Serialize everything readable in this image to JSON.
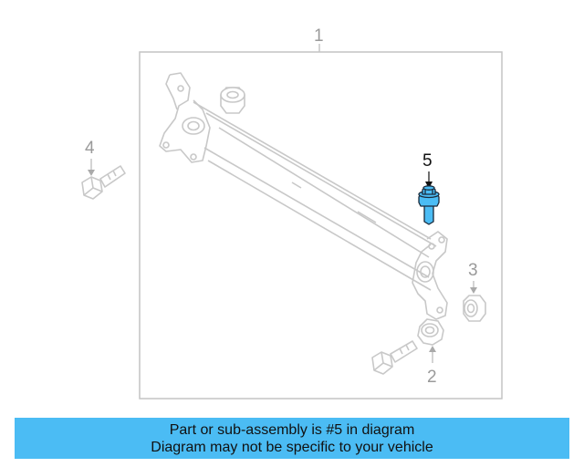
{
  "diagram": {
    "callouts": {
      "c1": "1",
      "c2": "2",
      "c3": "3",
      "c4": "4",
      "c5": "5"
    },
    "highlighted_part": "5",
    "highlight_color": "#4bbcf4",
    "part_line_color": "#c8c8c8"
  },
  "banner": {
    "line1": "Part or sub-assembly is #5 in diagram",
    "line2": "Diagram may not be specific to your vehicle",
    "background": "#4bbcf4"
  }
}
